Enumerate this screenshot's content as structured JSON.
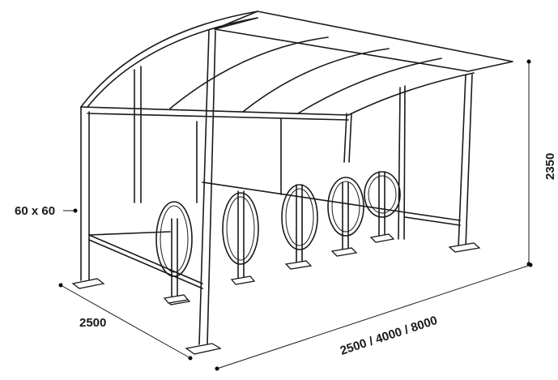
{
  "diagram": {
    "dimensions": {
      "profile": "60 x 60",
      "depth": "2500",
      "length": "2500 / 4000 / 8000",
      "height": "2350"
    }
  }
}
